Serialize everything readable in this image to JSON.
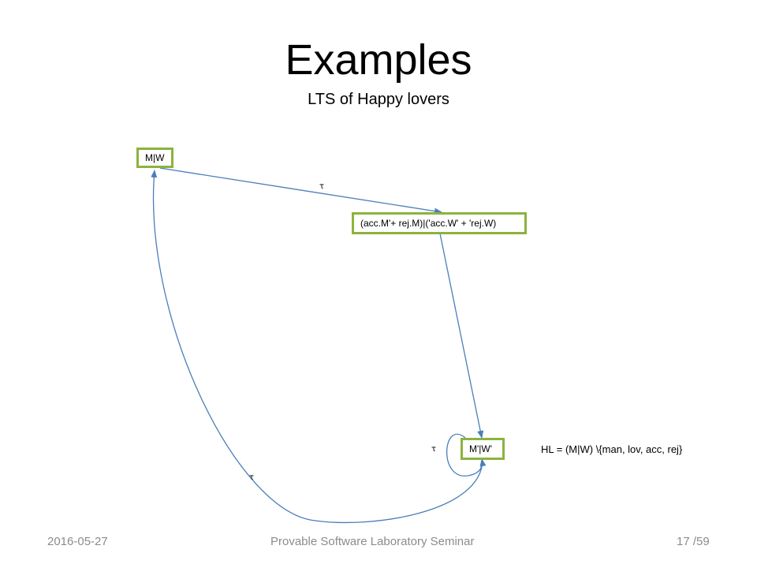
{
  "slide": {
    "title": "Examples",
    "subtitle": "LTS of Happy lovers"
  },
  "diagram": {
    "nodes": {
      "start": "M|W",
      "middle": "(acc.M'+ rej.M)|('acc.W' + 'rej.W)",
      "end": "M'|W'"
    },
    "edge_labels": {
      "start_to_middle": "τ",
      "end_loop": "τ",
      "end_to_start": "τ"
    },
    "colors": {
      "node_border": "#8cb33e",
      "edge": "#4a7ebb"
    }
  },
  "formula": "HL = (M|W) \\{man, lov, acc, rej}",
  "footer": {
    "date": "2016-05-27",
    "seminar": "Provable Software Laboratory Seminar",
    "page": "17 /59"
  }
}
